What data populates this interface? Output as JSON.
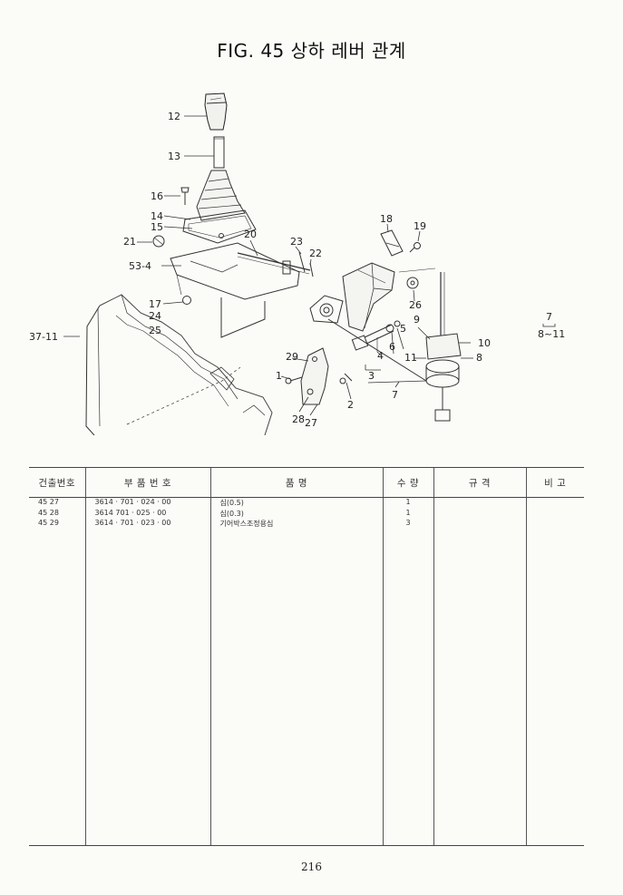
{
  "title": "FIG. 45 상하 레버 관계",
  "diagram": {
    "callouts": [
      "12",
      "13",
      "16",
      "14",
      "15",
      "21",
      "20",
      "23",
      "22",
      "53-4",
      "17",
      "24",
      "25",
      "37-11",
      "18",
      "19",
      "26",
      "9",
      "5",
      "6",
      "4",
      "3",
      "10",
      "11",
      "8",
      "29",
      "1",
      "2",
      "28",
      "27",
      "7",
      "7",
      "8~11"
    ]
  },
  "table": {
    "headers": [
      "건출번호",
      "부 품 번 호",
      "품 명",
      "수 량",
      "규 격",
      "비 고"
    ],
    "rows": [
      {
        "ref": "45  27",
        "part_no": "3614 · 701 · 024 · 00",
        "name": "심(0.5)",
        "qty": "1",
        "spec": "",
        "note": ""
      },
      {
        "ref": "45  28",
        "part_no": "3614   701 · 025 · 00",
        "name": "심(0.3)",
        "qty": "1",
        "spec": "",
        "note": ""
      },
      {
        "ref": "45  29",
        "part_no": "3614 · 701 · 023 · 00",
        "name": "기어박스조정용심",
        "qty": "3",
        "spec": "",
        "note": ""
      }
    ]
  },
  "page_number": "216"
}
